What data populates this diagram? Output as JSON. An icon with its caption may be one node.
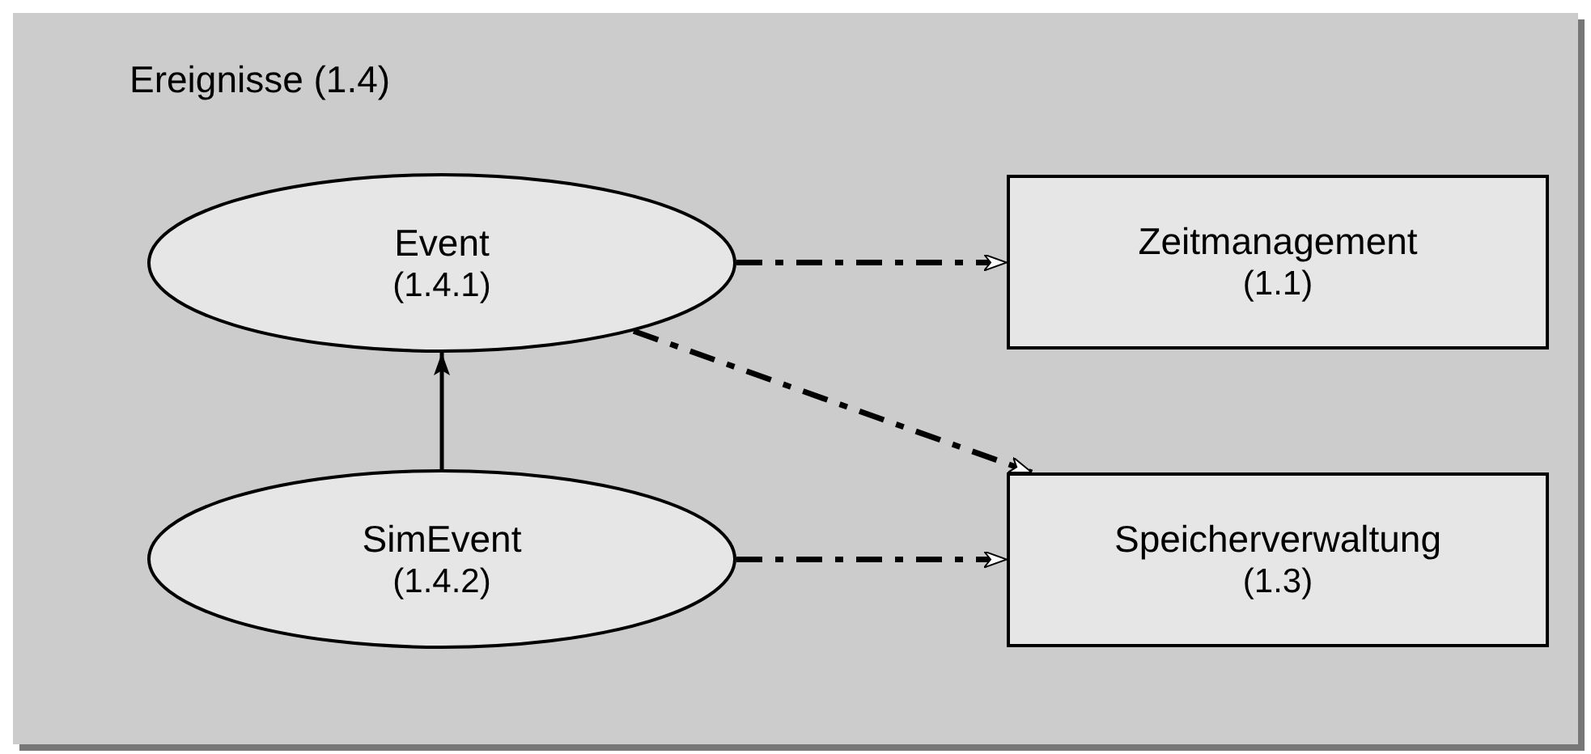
{
  "diagram": {
    "nodes": [
      {
        "text": [
          "Ereignisse (1.4)"
        ]
      },
      {
        "text": [
          "Event",
          "(1.4.1)"
        ],
        "in": 0
      },
      {
        "text": [
          "SimEvent",
          "(1.4.2)"
        ],
        "in": 0
      },
      {
        "text": [
          "Zeitmanagement",
          "(1.1)"
        ],
        "in": 0
      },
      {
        "text": [
          "Speicherverwaltung",
          "(1.3)"
        ],
        "in": 0
      }
    ],
    "edges": [
      {
        "from": 1,
        "to": 3,
        "arrow": "to",
        "style": "dashed"
      },
      {
        "from": 1,
        "to": 4,
        "arrow": "to",
        "style": "dashed"
      },
      {
        "from": 2,
        "to": 1,
        "arrow": "to"
      },
      {
        "from": 2,
        "to": 4,
        "arrow": "to",
        "style": "dashed"
      }
    ]
  }
}
